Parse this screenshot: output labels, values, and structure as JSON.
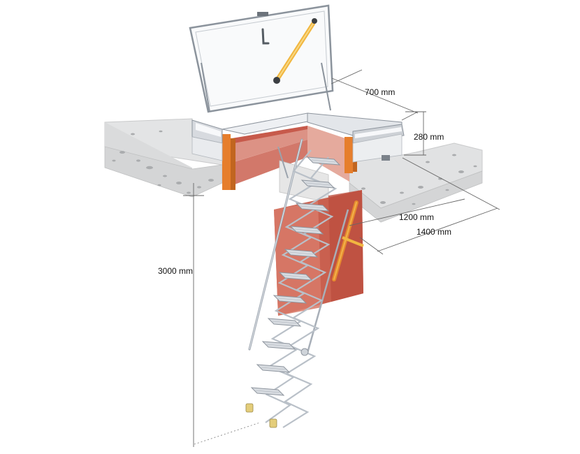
{
  "dimensions": {
    "hatch_width": "700 mm",
    "frame_height": "280 mm",
    "opening_width": "1200 mm",
    "opening_length": "1400 mm",
    "floor_height": "3000 mm"
  },
  "colors": {
    "slab": "#d9dadb",
    "slab_spots": "#a9abad",
    "lining": "#c7584a",
    "lining_light": "#e6a99b",
    "frame": "#cfd3d8",
    "orange_post": "#e77f2e",
    "yellow_strut": "#f1b640",
    "steel": "#b9c0c8"
  }
}
